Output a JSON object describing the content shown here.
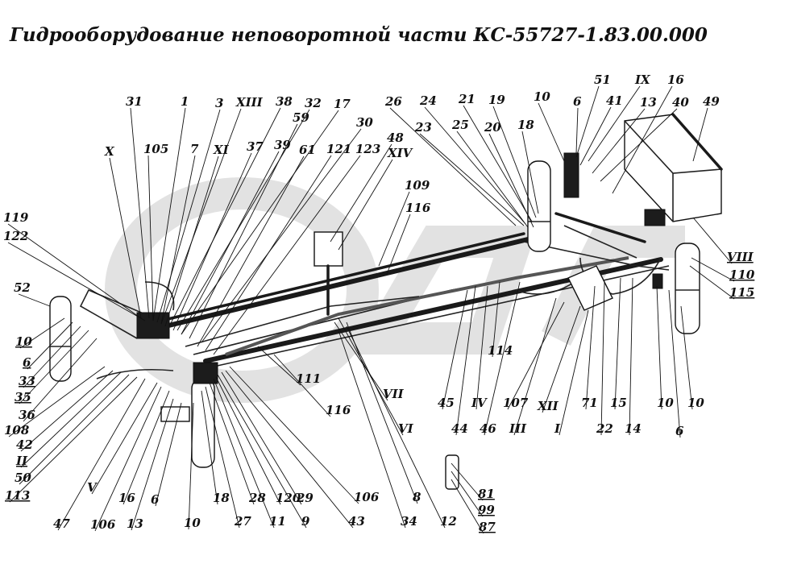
{
  "title": "Гидрооборудование неповоротной части КС-55727-1.83.00.000",
  "watermark": {
    "color": "#e2e2e2"
  },
  "colors": {
    "ink": "#111111",
    "background": "#ffffff"
  },
  "callouts": [
    {
      "text": "31",
      "underline": false
    },
    {
      "text": "1",
      "underline": false
    },
    {
      "text": "3",
      "underline": false
    },
    {
      "text": "XIII",
      "underline": false
    },
    {
      "text": "38",
      "underline": false
    },
    {
      "text": "32",
      "underline": false
    },
    {
      "text": "17",
      "underline": false
    },
    {
      "text": "26",
      "underline": false
    },
    {
      "text": "24",
      "underline": false
    },
    {
      "text": "21",
      "underline": false
    },
    {
      "text": "19",
      "underline": false
    },
    {
      "text": "10",
      "underline": false
    },
    {
      "text": "51",
      "underline": false
    },
    {
      "text": "IX",
      "underline": false
    },
    {
      "text": "16",
      "underline": false
    },
    {
      "text": "6",
      "underline": false
    },
    {
      "text": "41",
      "underline": false
    },
    {
      "text": "13",
      "underline": false
    },
    {
      "text": "40",
      "underline": false
    },
    {
      "text": "49",
      "underline": false
    },
    {
      "text": "X",
      "underline": false
    },
    {
      "text": "105",
      "underline": false
    },
    {
      "text": "7",
      "underline": false
    },
    {
      "text": "XI",
      "underline": false
    },
    {
      "text": "37",
      "underline": false
    },
    {
      "text": "39",
      "underline": false
    },
    {
      "text": "59",
      "underline": false
    },
    {
      "text": "30",
      "underline": false
    },
    {
      "text": "23",
      "underline": false
    },
    {
      "text": "25",
      "underline": false
    },
    {
      "text": "20",
      "underline": false
    },
    {
      "text": "18",
      "underline": false
    },
    {
      "text": "61",
      "underline": false
    },
    {
      "text": "121",
      "underline": false
    },
    {
      "text": "123",
      "underline": false
    },
    {
      "text": "48",
      "underline": false
    },
    {
      "text": "XIV",
      "underline": false
    },
    {
      "text": "109",
      "underline": false
    },
    {
      "text": "116",
      "underline": false
    },
    {
      "text": "119",
      "underline": false
    },
    {
      "text": "122",
      "underline": false
    },
    {
      "text": "52",
      "underline": false
    },
    {
      "text": "10",
      "underline": true
    },
    {
      "text": "6",
      "underline": true
    },
    {
      "text": "33",
      "underline": true
    },
    {
      "text": "35",
      "underline": true
    },
    {
      "text": "36",
      "underline": false
    },
    {
      "text": "108",
      "underline": false
    },
    {
      "text": "42",
      "underline": false
    },
    {
      "text": "II",
      "underline": true
    },
    {
      "text": "50",
      "underline": false
    },
    {
      "text": "113",
      "underline": true
    },
    {
      "text": "47",
      "underline": false
    },
    {
      "text": "V",
      "underline": false
    },
    {
      "text": "106",
      "underline": false
    },
    {
      "text": "16",
      "underline": false
    },
    {
      "text": "13",
      "underline": false
    },
    {
      "text": "6",
      "underline": false
    },
    {
      "text": "10",
      "underline": false
    },
    {
      "text": "18",
      "underline": false
    },
    {
      "text": "27",
      "underline": false
    },
    {
      "text": "28",
      "underline": false
    },
    {
      "text": "11",
      "underline": false
    },
    {
      "text": "120",
      "underline": false
    },
    {
      "text": "9",
      "underline": false
    },
    {
      "text": "29",
      "underline": false
    },
    {
      "text": "43",
      "underline": false
    },
    {
      "text": "106",
      "underline": false
    },
    {
      "text": "111",
      "underline": false
    },
    {
      "text": "116",
      "underline": false
    },
    {
      "text": "VII",
      "underline": false
    },
    {
      "text": "VI",
      "underline": false
    },
    {
      "text": "8",
      "underline": false
    },
    {
      "text": "34",
      "underline": false
    },
    {
      "text": "12",
      "underline": false
    },
    {
      "text": "81",
      "underline": true
    },
    {
      "text": "99",
      "underline": true
    },
    {
      "text": "87",
      "underline": true
    },
    {
      "text": "45",
      "underline": false
    },
    {
      "text": "44",
      "underline": false
    },
    {
      "text": "IV",
      "underline": false
    },
    {
      "text": "114",
      "underline": false
    },
    {
      "text": "46",
      "underline": false
    },
    {
      "text": "III",
      "underline": false
    },
    {
      "text": "107",
      "underline": false
    },
    {
      "text": "XII",
      "underline": false
    },
    {
      "text": "I",
      "underline": false
    },
    {
      "text": "71",
      "underline": false
    },
    {
      "text": "22",
      "underline": false
    },
    {
      "text": "15",
      "underline": false
    },
    {
      "text": "14",
      "underline": false
    },
    {
      "text": "10",
      "underline": false
    },
    {
      "text": "10",
      "underline": false
    },
    {
      "text": "6",
      "underline": false
    },
    {
      "text": "VIII",
      "underline": true
    },
    {
      "text": "110",
      "underline": true
    },
    {
      "text": "115",
      "underline": true
    }
  ]
}
